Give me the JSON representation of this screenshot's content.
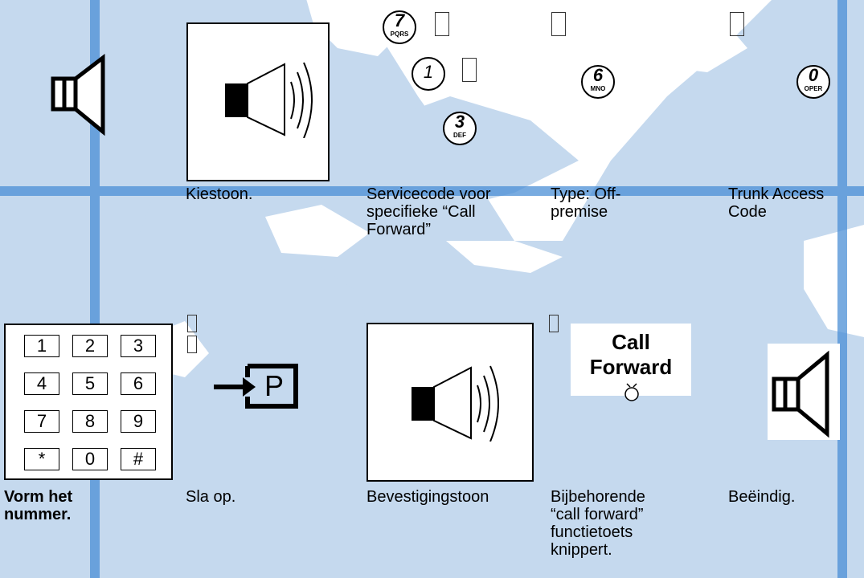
{
  "captions": {
    "dialtone": "Kiestoon.",
    "servicecode": "Servicecode voor\nspecifieke “Call\nForward”",
    "type": "Type: Off-\npremise",
    "trunk": "Trunk Access\nCode",
    "dial_number": "Vorm het\nnummer.",
    "store": "Sla op.",
    "confirm_tone": "Bevestigingstoon",
    "key_blinks": "Bijbehorende\n“call forward”\nfunctietoets\nknippert.",
    "end": "Beëindig."
  },
  "keys": {
    "seven": {
      "digit": "7",
      "letters": "PQRS"
    },
    "one": {
      "digit": "1"
    },
    "three": {
      "digit": "3",
      "letters": "DEF"
    },
    "six": {
      "digit": "6",
      "letters": "MNO"
    },
    "zero": {
      "digit": "0",
      "letters": "OPER"
    }
  },
  "keypad": [
    "1",
    "2",
    "3",
    "4",
    "5",
    "6",
    "7",
    "8",
    "9",
    "*",
    "0",
    "#"
  ],
  "program_key": {
    "label": "P"
  },
  "call_forward_key": {
    "label": "Call\nForward"
  },
  "colors": {
    "background_map": "#c5d9ee",
    "grid_lines": "#4b8fd6"
  },
  "icons": [
    "speaker-icon",
    "speaker-sound-icon",
    "program-key-icon",
    "led-icon",
    "dial-key-icon",
    "keypad-icon"
  ]
}
